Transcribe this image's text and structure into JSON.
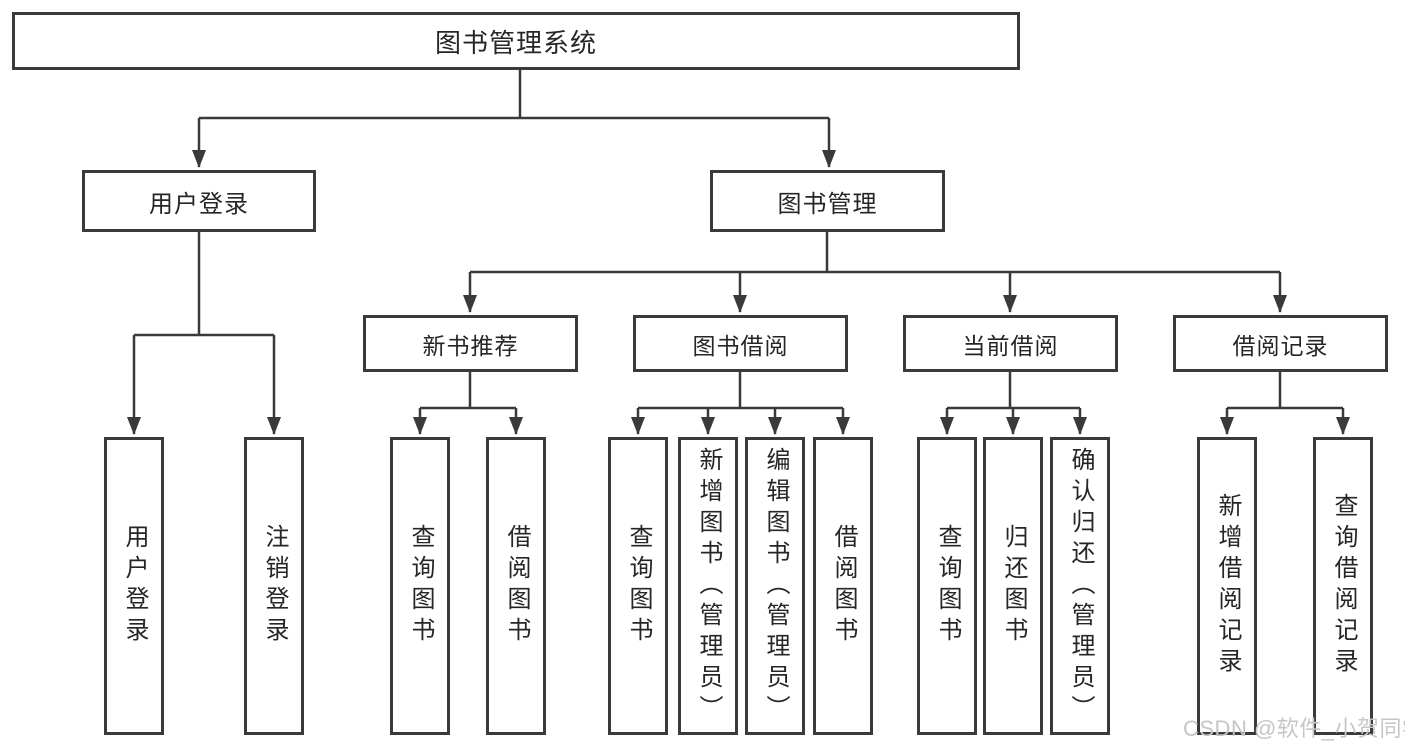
{
  "diagram": {
    "root": {
      "label": "图书管理系统"
    },
    "branches": [
      {
        "label": "用户登录",
        "children": [
          {
            "label": "用户登录"
          },
          {
            "label": "注销登录"
          }
        ]
      },
      {
        "label": "图书管理",
        "children": [
          {
            "label": "新书推荐",
            "children": [
              {
                "label": "查询图书"
              },
              {
                "label": "借阅图书"
              }
            ]
          },
          {
            "label": "图书借阅",
            "children": [
              {
                "label": "查询图书"
              },
              {
                "label": "新增图书（管理员）"
              },
              {
                "label": "编辑图书（管理员）"
              },
              {
                "label": "借阅图书"
              }
            ]
          },
          {
            "label": "当前借阅",
            "children": [
              {
                "label": "查询图书"
              },
              {
                "label": "归还图书"
              },
              {
                "label": "确认归还（管理员）"
              }
            ]
          },
          {
            "label": "借阅记录",
            "children": [
              {
                "label": "新增借阅记录"
              },
              {
                "label": "查询借阅记录"
              }
            ]
          }
        ]
      }
    ]
  },
  "watermark": {
    "text": "CSDN @软件_小贺同学"
  },
  "colors": {
    "line": "#3a3a3a",
    "border": "#3a3a3a",
    "text": "#262626",
    "watermark": "#c6c6c6",
    "background": "#ffffff"
  }
}
